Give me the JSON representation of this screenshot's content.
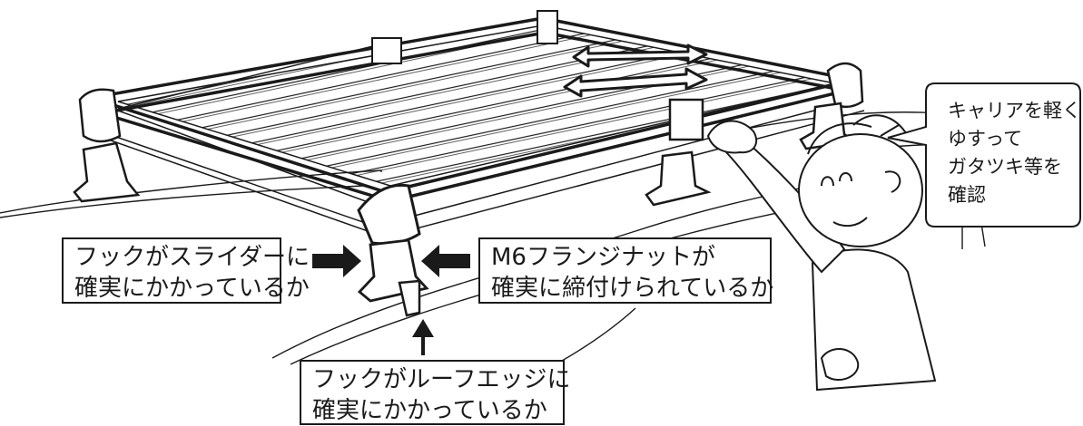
{
  "callouts": {
    "slider_hook": {
      "line1": "フックがスライダーに",
      "line2": "確実にかかっているか"
    },
    "flange_nut": {
      "line1": "M6フランジナットが",
      "line2": "確実に締付けられているか"
    },
    "roof_edge_hook": {
      "line1": "フックがルーフエッジに",
      "line2": "確実にかかっているか"
    }
  },
  "speech_bubble": {
    "line1": "キャリアを軽く",
    "line2": "ゆすって",
    "line3": "ガタツキ等を",
    "line4": "確認"
  },
  "colors": {
    "ink": "#1a1a1a",
    "background": "#ffffff"
  }
}
